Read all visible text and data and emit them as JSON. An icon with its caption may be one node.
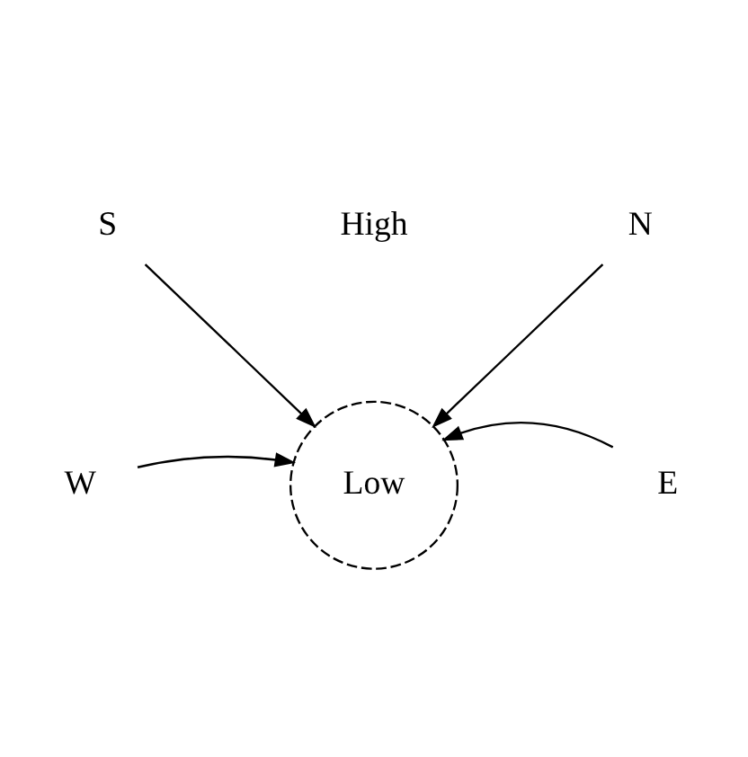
{
  "diagram": {
    "nodes": [
      {
        "text": [
          "N"
        ]
      },
      {
        "text": [
          "W"
        ]
      },
      {
        "text": [
          "Low"
        ]
      },
      {
        "text": [
          "E"
        ]
      },
      {
        "text": [
          "S"
        ]
      }
    ],
    "edges": [
      {
        "from": 0,
        "to": 2,
        "arrow": "to"
      },
      {
        "from": 1,
        "to": 2,
        "arrow": "to"
      },
      {
        "from": 3,
        "to": 2,
        "arrow": "to"
      },
      {
        "from": 4,
        "to": 2,
        "arrow": "to"
      }
    ],
    "labels": [
      "High"
    ]
  }
}
